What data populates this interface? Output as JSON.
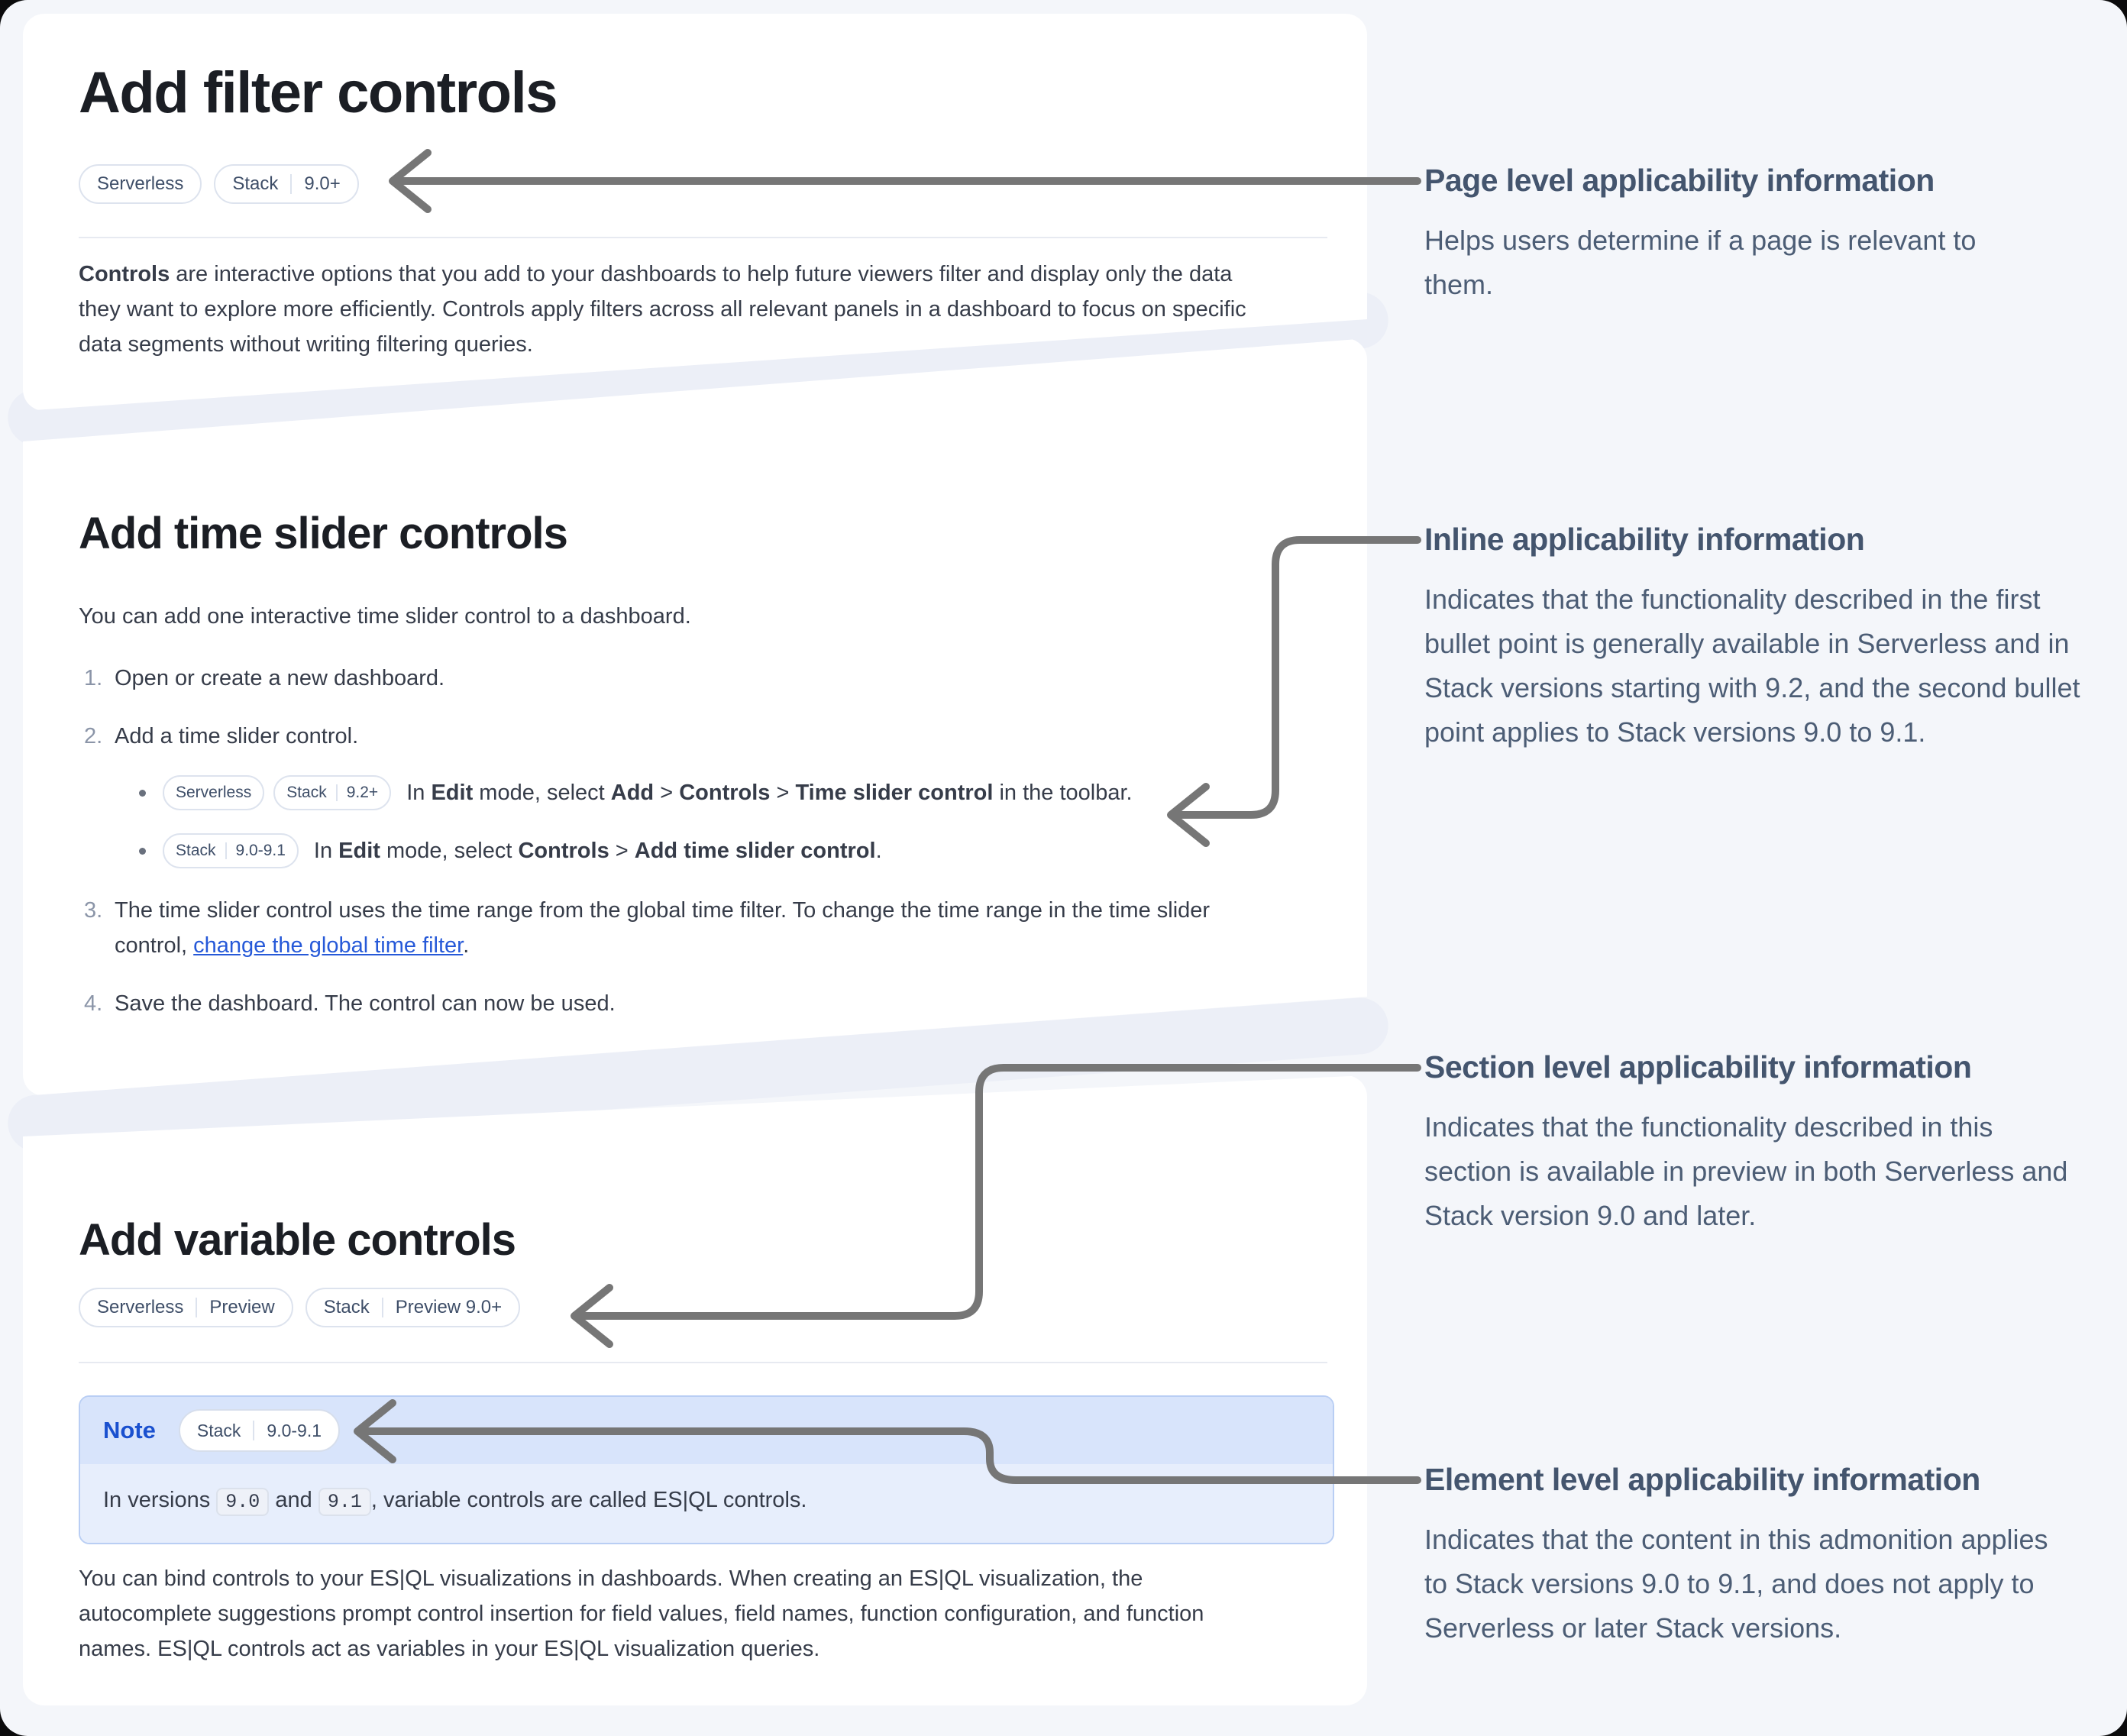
{
  "colors": {
    "page_bg": "#f4f6fa",
    "card_bg": "#ffffff",
    "seam_band": "#eceff7",
    "heading_text": "#1b1e24",
    "body_text": "#363c49",
    "annotation_text": "#44556e",
    "arrow": "#767676",
    "link_blue": "#2659d8",
    "note_label_blue": "#1a50cf",
    "note_border": "#b9cef4",
    "note_header_bg": "#d8e4fb",
    "note_body_bg": "#e7eefc",
    "badge_border": "#dde3ee",
    "badge_text": "#3e4e68",
    "code_chip_bg": "#eef1f8"
  },
  "icons": {
    "arrow_style": "curved-left-arrow-connector",
    "bullet_style": "round-dot"
  },
  "filter_section": {
    "title": "Add filter controls",
    "badges": [
      [
        "Serverless"
      ],
      [
        "Stack",
        "9.0+"
      ]
    ],
    "paragraph": [
      {
        "t": "Controls",
        "s": "b"
      },
      {
        "t": " are interactive options that you add to your dashboards to help future viewers filter and display only the data they want to explore more efficiently. Controls apply filters across all relevant panels in a dashboard to focus on specific data segments without writing filtering queries."
      }
    ]
  },
  "time_section": {
    "title": "Add time slider controls",
    "intro": "You can add one interactive time slider control to a dashboard.",
    "steps": [
      {
        "num": "1.",
        "rich": [
          {
            "t": "Open or create a new dashboard."
          }
        ]
      },
      {
        "num": "2.",
        "rich": [
          {
            "t": "Add a time slider control."
          }
        ]
      },
      {
        "num": "3.",
        "rich": [
          {
            "t": "The time slider control uses the time range from the global time filter. To change the time range in the time slider control, "
          },
          {
            "t": "change the global time filter",
            "s": "link"
          },
          {
            "t": "."
          }
        ]
      },
      {
        "num": "4.",
        "rich": [
          {
            "t": "Save the dashboard. The control can now be used."
          }
        ]
      }
    ],
    "bullets": [
      {
        "badges": [
          [
            "Serverless"
          ],
          [
            "Stack",
            "9.2+"
          ]
        ],
        "rich": [
          {
            "t": "In "
          },
          {
            "t": "Edit",
            "s": "b"
          },
          {
            "t": " mode, select "
          },
          {
            "t": "Add",
            "s": "b"
          },
          {
            "t": " > "
          },
          {
            "t": "Controls",
            "s": "b"
          },
          {
            "t": " > "
          },
          {
            "t": "Time slider control",
            "s": "b"
          },
          {
            "t": " in the toolbar."
          }
        ]
      },
      {
        "badges": [
          [
            "Stack",
            "9.0-9.1"
          ]
        ],
        "rich": [
          {
            "t": "In "
          },
          {
            "t": "Edit",
            "s": "b"
          },
          {
            "t": " mode, select "
          },
          {
            "t": "Controls",
            "s": "b"
          },
          {
            "t": " > "
          },
          {
            "t": "Add time slider control",
            "s": "b"
          },
          {
            "t": "."
          }
        ]
      }
    ]
  },
  "variable_section": {
    "title": "Add variable controls",
    "badges": [
      [
        "Serverless",
        "Preview"
      ],
      [
        "Stack",
        "Preview 9.0+"
      ]
    ],
    "note": {
      "label": "Note",
      "badges": [
        [
          "Stack",
          "9.0-9.1"
        ]
      ],
      "body": [
        {
          "t": "In versions "
        },
        {
          "t": "9.0",
          "s": "code"
        },
        {
          "t": " and "
        },
        {
          "t": "9.1",
          "s": "code"
        },
        {
          "t": ", variable controls are called ES|QL controls."
        }
      ]
    },
    "paragraph": [
      {
        "t": "You can bind controls to your ES|QL visualizations in dashboards. When creating an ES|QL visualization, the autocomplete suggestions prompt control insertion for field values, field names, function configuration, and function names. ES|QL controls act as variables in your ES|QL visualization queries."
      }
    ]
  },
  "annotations": [
    {
      "title": "Page level applicability information",
      "body": "Helps users determine if a page is relevant to them."
    },
    {
      "title": "Inline applicability information",
      "body": "Indicates that the functionality described in the first bullet point is generally available in Serverless and in Stack versions starting with 9.2, and the second bullet point applies to Stack versions 9.0 to 9.1."
    },
    {
      "title": "Section level applicability information",
      "body": "Indicates that the functionality described in this section is available in preview in both Serverless and Stack version 9.0 and later."
    },
    {
      "title": "Element level applicability information",
      "body": "Indicates that the content in this admonition applies to Stack versions 9.0 to 9.1, and does not apply to Serverless or later Stack versions."
    }
  ]
}
